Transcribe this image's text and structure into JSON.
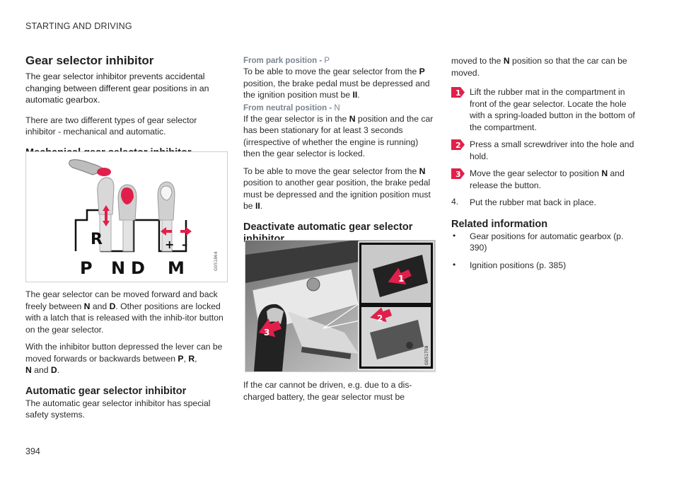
{
  "header": "STARTING AND DRIVING",
  "page_number": "394",
  "col1": {
    "title": "Gear selector inhibitor",
    "lead": "The gear selector inhibitor prevents accidental changing between different gear positions in an automatic gearbox.",
    "intro": "There are two different types of gear selector inhibitor - mechanical and automatic.",
    "mech_heading": "Mechanical gear selector inhibitor",
    "figure1": {
      "code": "G051864",
      "labels": [
        "R",
        "P",
        "N",
        "D",
        "M",
        "+",
        "–"
      ]
    },
    "para1": {
      "a": "The gear selector can be moved forward and back freely between ",
      "n": "N",
      "and": " and ",
      "d": "D",
      "b": ". Other positions are locked with a latch that is released with the inhib-itor button on the gear selector."
    },
    "para2": {
      "a": "With the inhibitor button depressed the lever can be moved forwards or backwards between ",
      "p": "P",
      "comma1": ", ",
      "r": "R",
      "comma2": ",",
      "n": "N",
      "and": " and ",
      "d": "D",
      "end": "."
    },
    "auto_heading": "Automatic gear selector inhibitor",
    "auto_text": "The automatic gear selector inhibitor has special safety systems."
  },
  "col2": {
    "park_heading": "From park position - ",
    "park_letter": "P",
    "park_text": {
      "a": "To be able to move the gear selector from the ",
      "p": "P",
      "b": " position, the brake pedal must be depressed and the ignition position must be ",
      "ii": "II",
      "end": "."
    },
    "neutral_heading": "From neutral position - ",
    "neutral_letter": "N",
    "neutral_text1": {
      "a": "If the gear selector is in the ",
      "n": "N",
      "b": " position and the car has been stationary for at least 3 seconds (irrespective of whether the engine is running) then the gear selector is locked."
    },
    "neutral_text2": {
      "a": "To be able to move the gear selector from the ",
      "n": "N",
      "b": " position to another gear position, the brake pedal must be depressed and the ignition position must be ",
      "ii": "II",
      "end": "."
    },
    "deactivate_heading": "Deactivate automatic gear selector inhibitor",
    "figure2": {
      "code": "G051758",
      "callouts": [
        "1",
        "2",
        "3"
      ]
    },
    "bottom_text": "If the car cannot be driven, e.g. due to a dis-charged battery, the gear selector must be"
  },
  "col3": {
    "cont": {
      "a": "moved to the ",
      "n": "N",
      "b": " position so that the car can be moved."
    },
    "steps": [
      {
        "marker": "1",
        "text": "Lift the rubber mat in the compartment in front of the gear selector. Locate the hole with a spring-loaded button in the bottom of the compartment."
      },
      {
        "marker": "2",
        "text": "Press a small screwdriver into the hole and hold."
      },
      {
        "marker": "3",
        "pre": "Move the gear selector to position ",
        "n": "N",
        "post": " and release the button."
      }
    ],
    "step4": {
      "num": "4.",
      "text": "Put the rubber mat back in place."
    },
    "related_heading": "Related information",
    "related": [
      "Gear positions for automatic gearbox (p. 390)",
      "Ignition positions (p. 385)"
    ]
  },
  "colors": {
    "accent": "#e0204a",
    "subheading": "#7a8591"
  }
}
